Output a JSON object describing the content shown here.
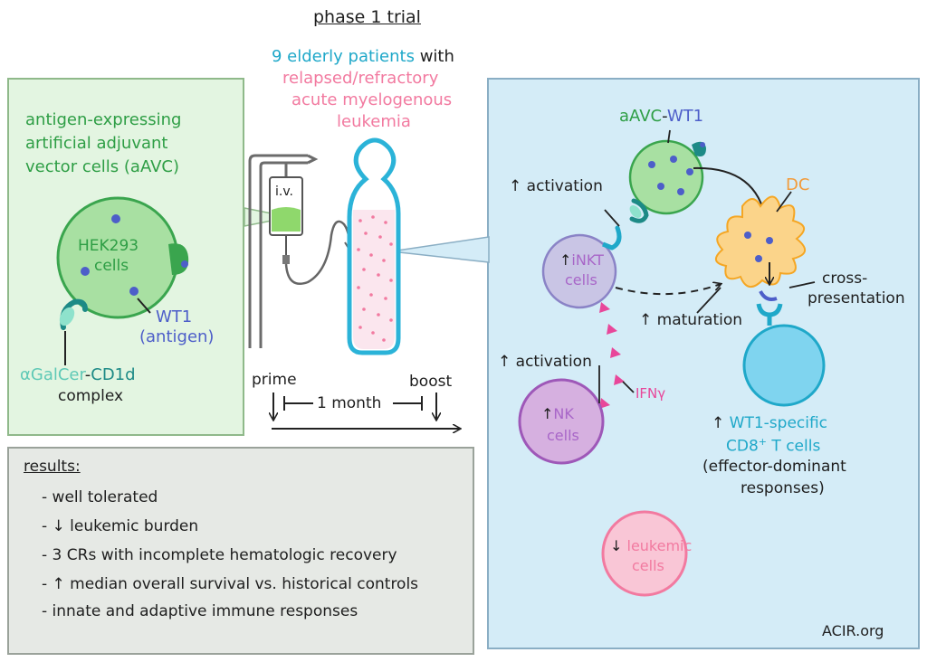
{
  "title": "phase 1 trial",
  "patients": {
    "line1_a": "9 elderly patients",
    "line1_b": "with",
    "line2": "relapsed/refractory",
    "line3": "acute myelogenous",
    "line4": "leukemia"
  },
  "left_panel": {
    "heading": [
      "antigen-expressing",
      "artificial adjuvant",
      "vector cells (aAVC)"
    ],
    "cell_line1": "HEK293",
    "cell_line2": "cells",
    "wt1_label": "WT1",
    "wt1_sub": "(antigen)",
    "galcer": "αGalCer",
    "dash": "-",
    "cd1d": "CD1d",
    "complex": "complex"
  },
  "iv_label": "i.v.",
  "timeline": {
    "prime": "prime",
    "boost": "boost",
    "interval": "1 month"
  },
  "results": {
    "heading": "results:",
    "items": [
      "- well tolerated",
      "- ↓ leukemic burden",
      "- 3 CRs with incomplete hematologic recovery",
      "- ↑ median overall survival vs. historical controls",
      "- innate and adaptive immune responses"
    ]
  },
  "right_panel": {
    "aavc_a": "aAVC",
    "aavc_dash": "-",
    "aavc_b": "WT1",
    "dc": "DC",
    "activation1": "↑ activation",
    "inkt_arrow": "↑",
    "inkt_line1": "iNKT",
    "inkt_line2": "cells",
    "cross_line1": "cross-",
    "cross_line2": "presentation",
    "maturation": "↑ maturation",
    "activation2": "↑ activation",
    "ifn": "IFNγ",
    "nk_arrow": "↑",
    "nk_line1": "NK",
    "nk_line2": "cells",
    "wt1_specific_arrow": "↑",
    "wt1_specific": "WT1-specific",
    "cd8_a": "CD8",
    "cd8_sup": "+",
    "cd8_b": " T cells",
    "effector1": "(effector-dominant",
    "effector2": "responses)",
    "leuk_arrow": "↓",
    "leuk_line1": "leukemic",
    "leuk_line2": "cells",
    "credit": "ACIR.org"
  },
  "colors": {
    "left_bg": "#e3f5e1",
    "right_bg": "#d4ecf7",
    "results_bg": "#e6e9e5",
    "aavc_green": "#a8e0a2",
    "inkt": "#c9c5e5",
    "nk": "#d6b0e0",
    "cd8": "#7fd4ef",
    "leukemic": "#f9c6d6",
    "dc": "#fbd48a"
  }
}
